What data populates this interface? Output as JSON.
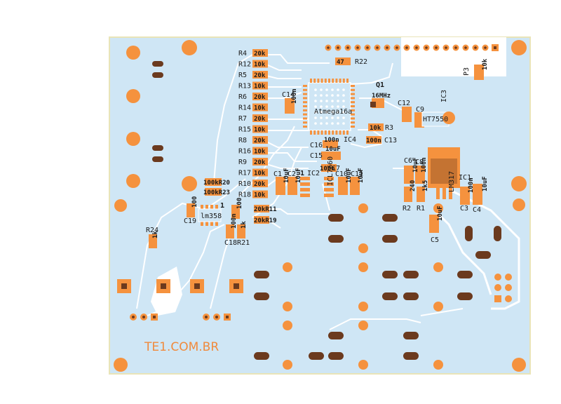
{
  "brand": "TE1.COM.BR",
  "crystal": "16MHz",
  "ics": {
    "mcu": "Atmega16a",
    "ic4": "IC4",
    "ic2": "IC2",
    "icl": "ICL7660",
    "ic3": "IC3",
    "ht": "HT7550",
    "ic1": "IC1",
    "lm": "LM317",
    "lm358": "lm358"
  },
  "resistor_column": [
    {
      "ref": "R4",
      "value": "20k"
    },
    {
      "ref": "R12",
      "value": "10k"
    },
    {
      "ref": "R5",
      "value": "20k"
    },
    {
      "ref": "R13",
      "value": "10k"
    },
    {
      "ref": "R6",
      "value": "20k"
    },
    {
      "ref": "R14",
      "value": "10k"
    },
    {
      "ref": "R7",
      "value": "20k"
    },
    {
      "ref": "R15",
      "value": "10k"
    },
    {
      "ref": "R8",
      "value": "20k"
    },
    {
      "ref": "R16",
      "value": "10k"
    },
    {
      "ref": "R9",
      "value": "20k"
    },
    {
      "ref": "R17",
      "value": "10k"
    },
    {
      "ref": "R10",
      "value": "20k"
    },
    {
      "ref": "R18",
      "value": "10k"
    }
  ],
  "labels": {
    "r11": "20kR11",
    "r19": "20kR19",
    "r20": "100kR20",
    "r23": "100kR23",
    "r22_val": "47",
    "r22": "R22",
    "q1": "Q1",
    "p3": "P3",
    "p3_val": "10k",
    "c14": "C14",
    "c14_val": "100n",
    "c12": "C12",
    "c9": "C9",
    "r3": "R3",
    "r3_val": "10k",
    "c13": "C13",
    "c13_val": "100n",
    "c16": "C16",
    "c16_val": "100n",
    "c15": "C15",
    "c15_val": "10uF",
    "c7": "C7",
    "c7_val": "100n",
    "c1": "C1",
    "c2": "C2",
    "c10": "C10",
    "c11": "C11",
    "c6": "C6",
    "c8": "C8",
    "r2": "R2",
    "r2_val": "240",
    "r1": "R1",
    "r1_val": "1k5",
    "c3": "C3",
    "c4": "C4",
    "c5": "C5",
    "c19": "C19",
    "c18r21": "C18R21",
    "r24": "R24",
    "r24_val": "1k",
    "uF10": "10uF",
    "n100": "100n",
    "one": "1",
    "c17_val": "100"
  }
}
